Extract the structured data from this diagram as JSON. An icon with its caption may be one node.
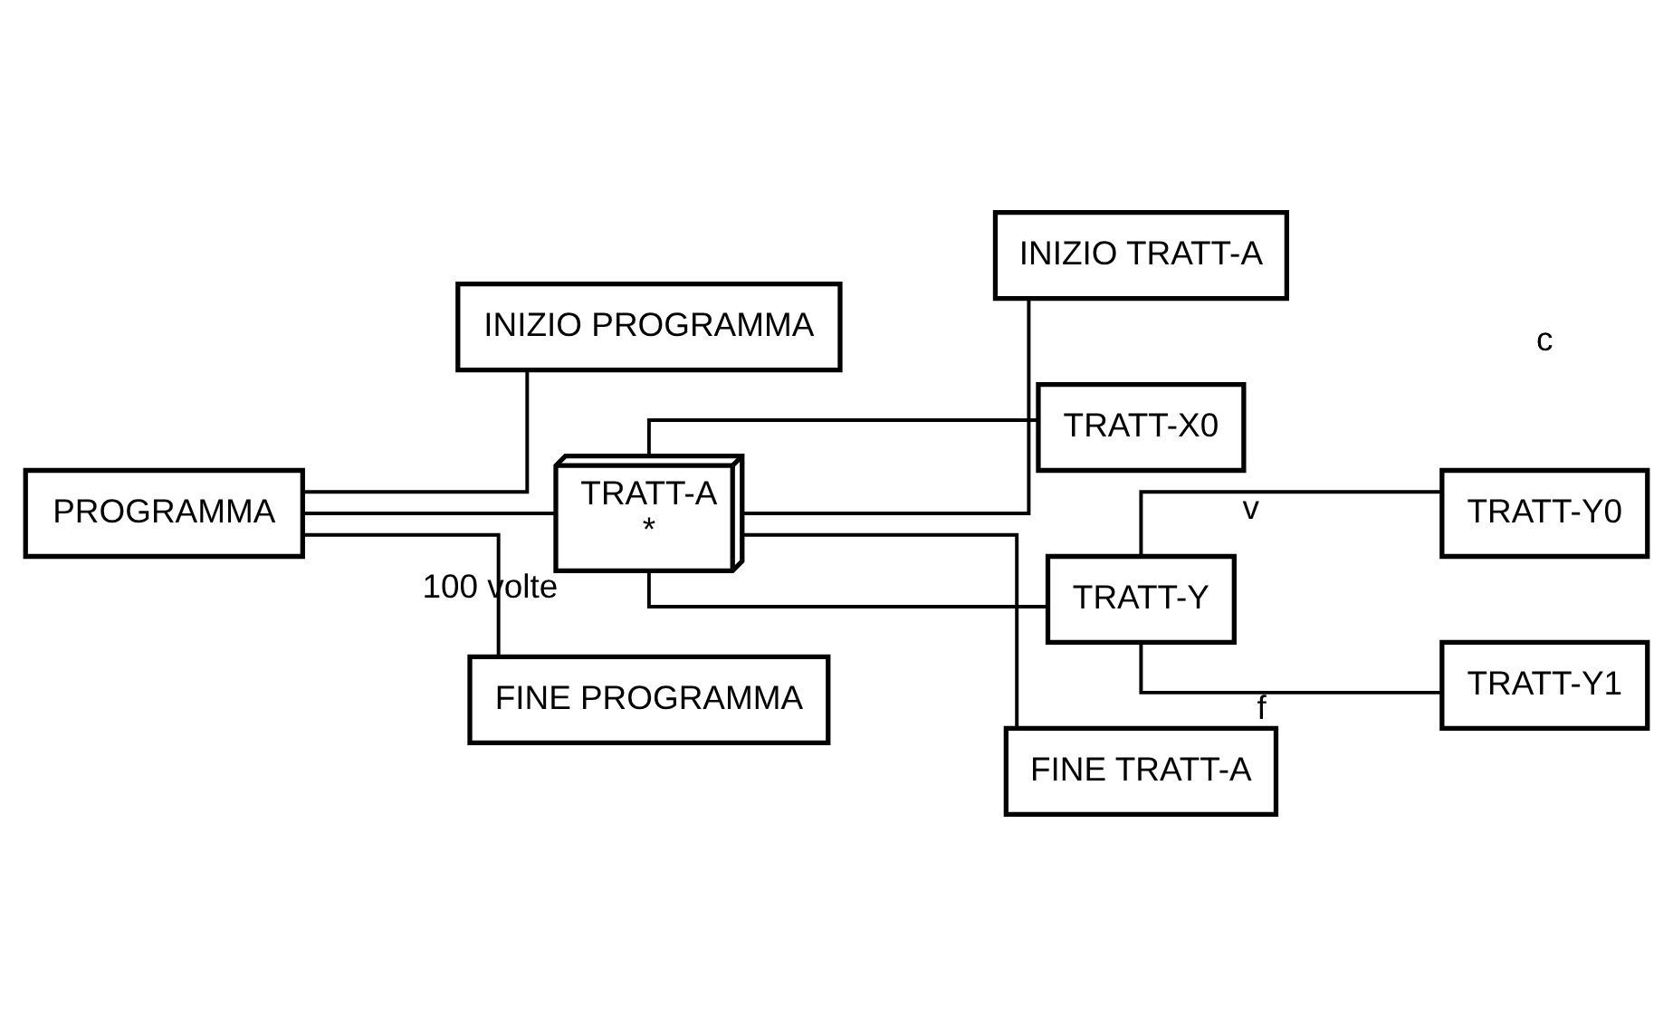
{
  "diagram": {
    "nodes": [
      {
        "text": [
          "PROGRAMMA"
        ]
      },
      {
        "text": [
          "INIZIO PROGRAMMA"
        ]
      },
      {
        "text": [
          "TRATT-A",
          "*"
        ],
        "beside": [
          "100 volte"
        ]
      },
      {
        "text": [
          "FINE PROGRAMMA"
        ]
      },
      {
        "text": [
          "INIZIO TRATT-A"
        ]
      },
      {
        "text": [
          "TRATT-X0"
        ]
      },
      {
        "text": [
          "TRATT-Y"
        ]
      },
      {
        "text": [
          "FINE TRATT-A"
        ]
      },
      {
        "text": [
          "TRATT-Y0"
        ]
      },
      {
        "text": [
          "TRATT-Y1"
        ]
      }
    ],
    "edges": [
      {
        "from": 0,
        "to": 1,
        "arrow": "none"
      },
      {
        "from": 0,
        "to": 2,
        "arrow": "none"
      },
      {
        "from": 0,
        "to": 3,
        "arrow": "none"
      },
      {
        "from": 2,
        "to": 4,
        "arrow": "none"
      },
      {
        "from": 2,
        "to": 5,
        "arrow": "none"
      },
      {
        "from": 2,
        "to": 6,
        "arrow": "none"
      },
      {
        "from": 2,
        "to": 7,
        "arrow": "none"
      },
      {
        "from": 6,
        "to": 8,
        "label": "v",
        "arrow": "none"
      },
      {
        "from": 6,
        "to": 9,
        "label": "f",
        "arrow": "none"
      }
    ],
    "labels": [
      "c"
    ]
  }
}
